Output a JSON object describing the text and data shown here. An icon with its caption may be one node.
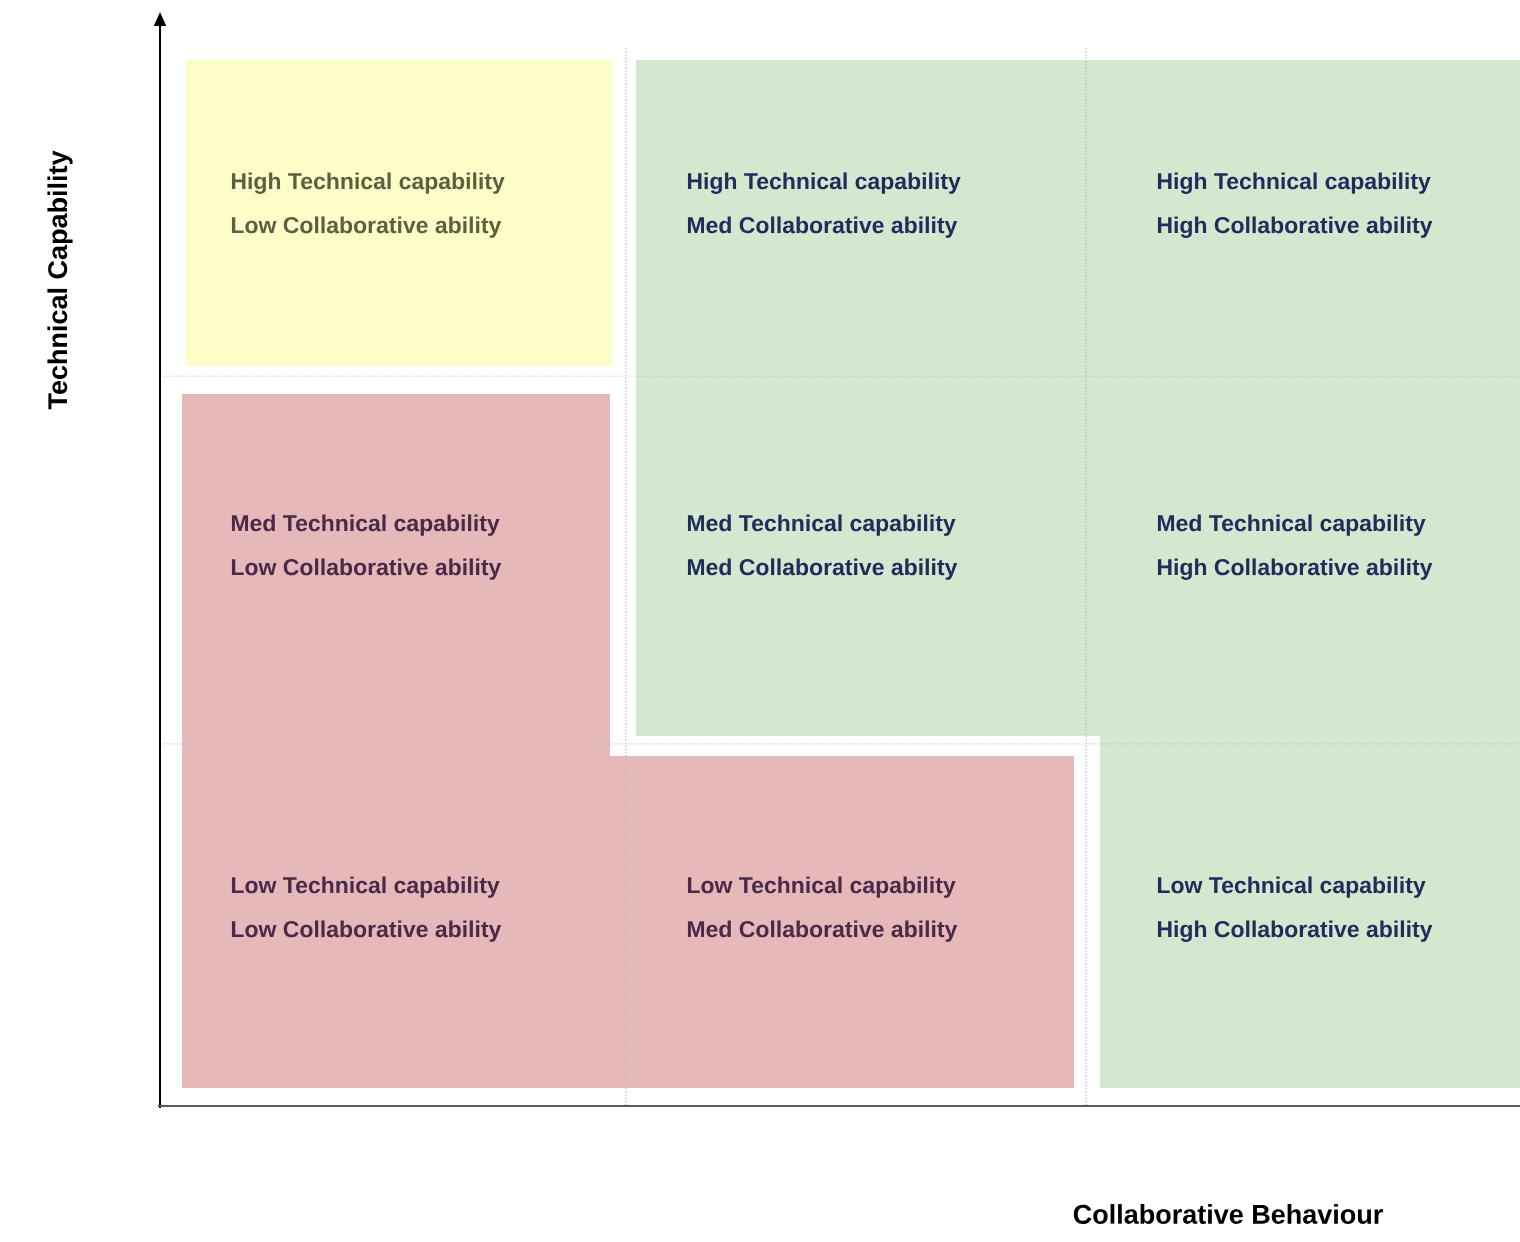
{
  "diagram": {
    "nodes": [
      {
        "text": [
          "High Technical capability",
          "Low Collaborative ability"
        ]
      },
      {
        "text": [
          "High Technical capability",
          "Med Collaborative ability"
        ]
      },
      {
        "text": [
          "High Technical capability",
          "High Collaborative ability"
        ]
      },
      {
        "text": [
          "Med Technical capability",
          "Low Collaborative ability"
        ]
      },
      {
        "text": [
          "Med Technical capability",
          "Med Collaborative ability"
        ]
      },
      {
        "text": [
          "Med Technical capability",
          "High Collaborative ability"
        ]
      },
      {
        "text": [
          "Low Technical capability",
          "Low Collaborative ability"
        ]
      },
      {
        "text": [
          "Low Technical capability",
          "Med Collaborative ability"
        ]
      },
      {
        "text": [
          "Low Technical capability",
          "High Collaborative ability"
        ]
      }
    ],
    "labels": [
      "Technical Capability",
      "Collaborative Behaviour"
    ]
  }
}
